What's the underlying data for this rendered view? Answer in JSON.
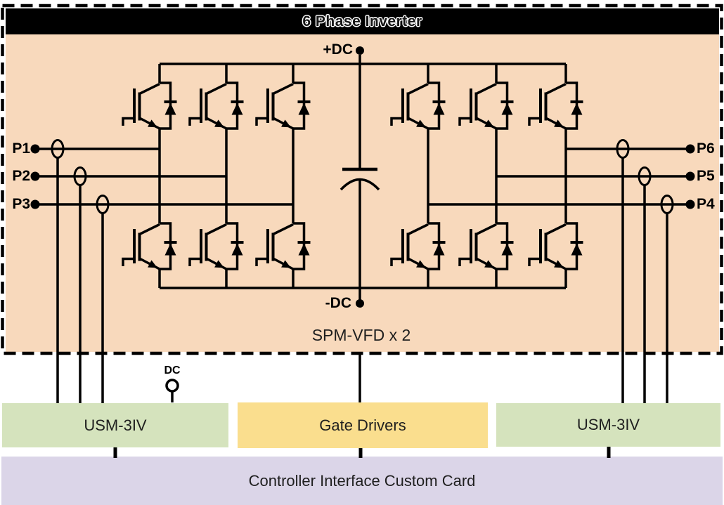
{
  "diagram": {
    "title": "6 Phase Inverter",
    "module_label": "SPM-VFD x 2",
    "dc_bus": {
      "positive": "+DC",
      "negative": "-DC"
    },
    "dc_input": "DC",
    "phases": {
      "p1": "P1",
      "p2": "P2",
      "p3": "P3",
      "p4": "P4",
      "p5": "P5",
      "p6": "P6"
    },
    "boards": {
      "usm_left": "USM-3IV",
      "gate_drivers": "Gate Drivers",
      "usm_right": "USM-3IV",
      "controller_card": "Controller Interface Custom Card"
    },
    "colors": {
      "inverter_bg": "#f8d9bc",
      "title_bar_bg": "#000000",
      "usm_bg": "#d5e3bd",
      "gate_drivers_bg": "#fade8e",
      "controller_bg": "#dbd5e8",
      "line": "#000000"
    }
  }
}
